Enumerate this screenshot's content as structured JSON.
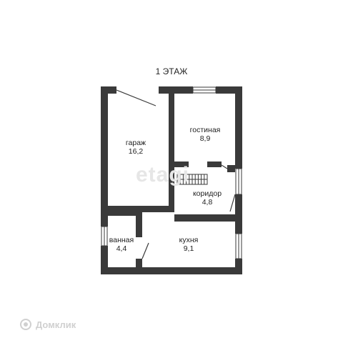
{
  "floor_title": "1 ЭТАЖ",
  "rooms": [
    {
      "id": "garage",
      "name": "гараж",
      "area": "16,2"
    },
    {
      "id": "living",
      "name": "гостиная",
      "area": "8,9"
    },
    {
      "id": "corridor",
      "name": "коридор",
      "area": "4,8"
    },
    {
      "id": "bathroom",
      "name": "ванная",
      "area": "4,4"
    },
    {
      "id": "kitchen",
      "name": "кухня",
      "area": "9,1"
    }
  ],
  "watermark": "etagi",
  "brand": "Домклик",
  "colors": {
    "wall": "#3a3a3a",
    "background": "#ffffff",
    "text": "#222222"
  }
}
